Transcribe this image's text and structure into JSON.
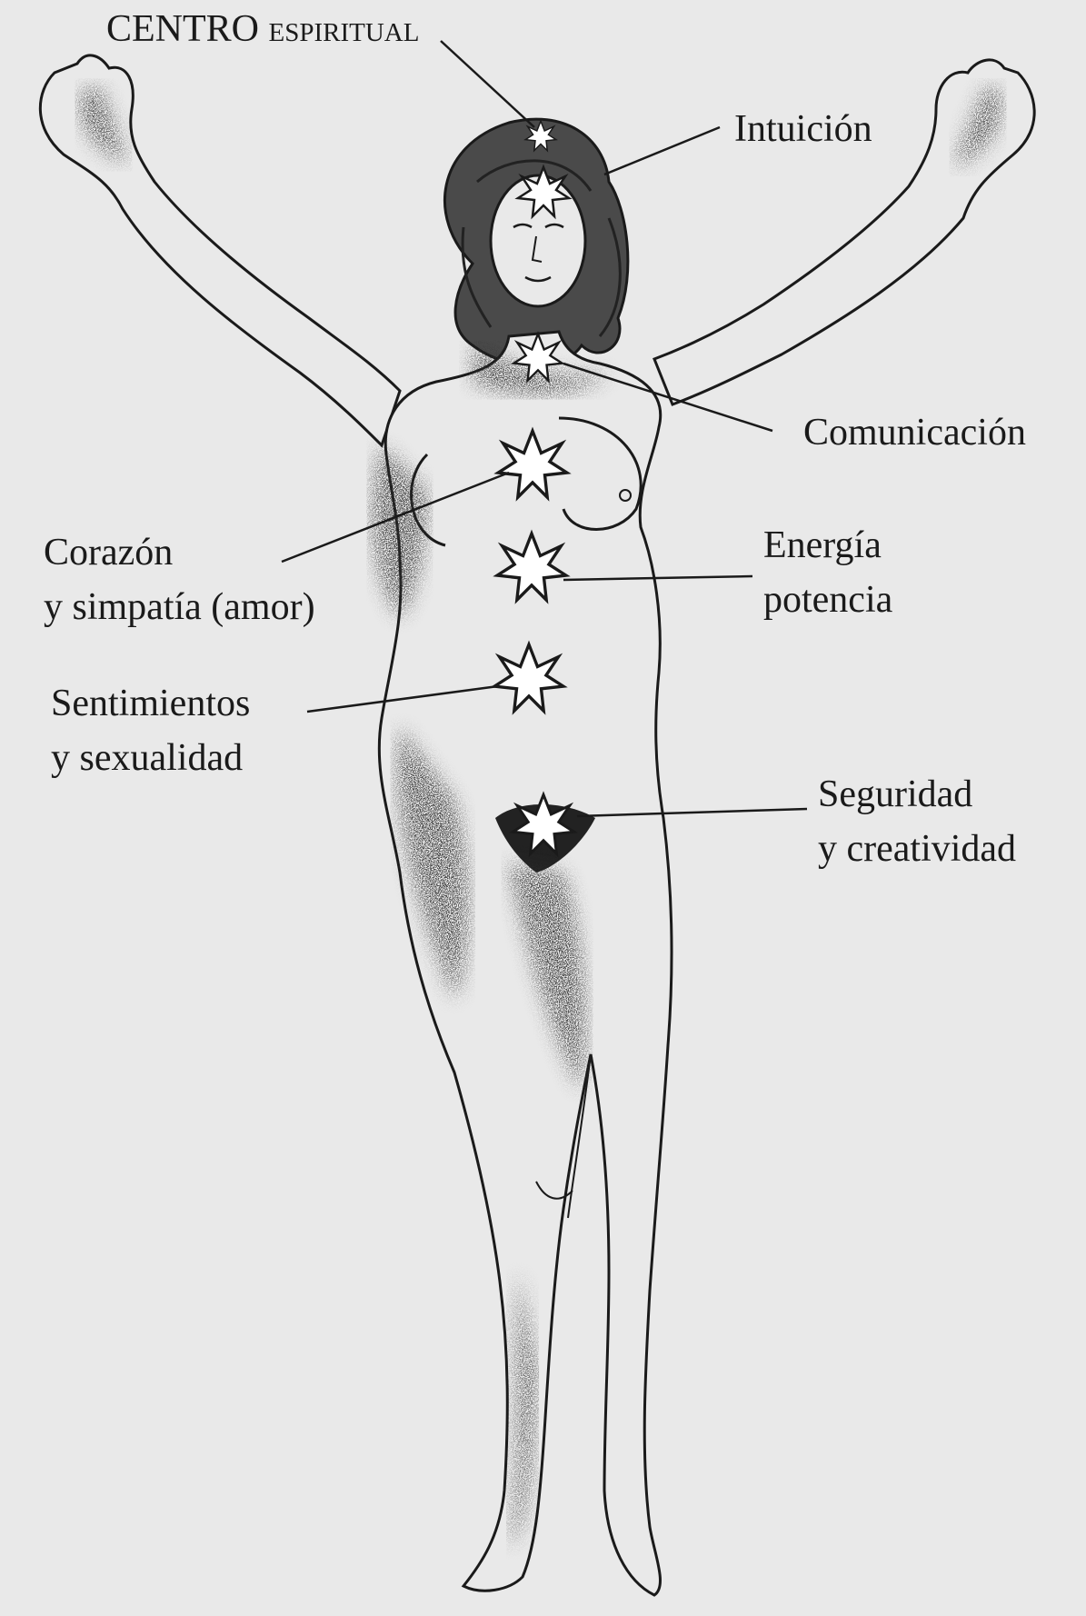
{
  "colors": {
    "background": "#e9e9e9",
    "ink": "#1a1a1a",
    "shade": "#6b6b6b",
    "skin": "#e9e9e9",
    "star_fill": "#ffffff"
  },
  "icons": {
    "chakra_marker": "star-icon"
  },
  "labels": {
    "centro_espiritual": [
      "CENTRO espiritual"
    ],
    "intuicion": [
      "Intuición"
    ],
    "comunicacion": [
      "Comunicación"
    ],
    "corazon": [
      "Corazón",
      "y simpatía (amor)"
    ],
    "energia": [
      "Energía",
      "potencia"
    ],
    "sentimientos": [
      "Sentimientos",
      "y sexualidad"
    ],
    "seguridad": [
      "Seguridad",
      "y creatividad"
    ]
  }
}
